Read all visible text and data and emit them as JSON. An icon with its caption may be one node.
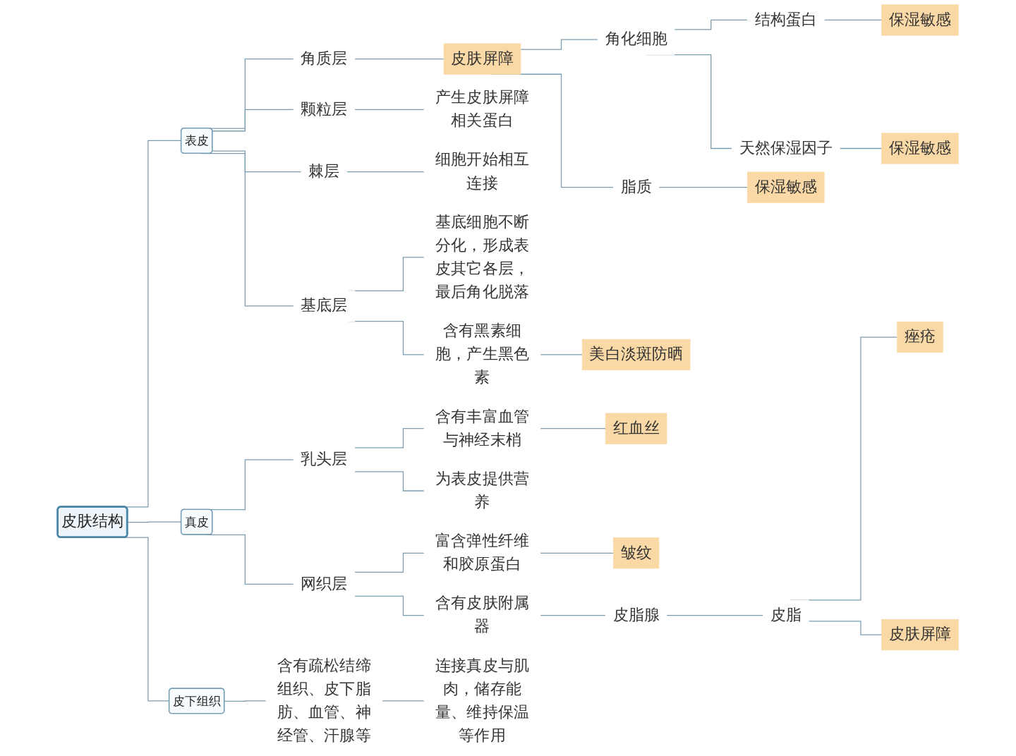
{
  "diagram": {
    "nodes": [
      {
        "text": [
          "皮肤结构"
        ]
      },
      {
        "text": [
          "表皮"
        ]
      },
      {
        "text": [
          "角质层"
        ]
      },
      {
        "text": [
          "皮肤屏障"
        ]
      },
      {
        "text": [
          "角化细胞"
        ]
      },
      {
        "text": [
          "结构蛋白"
        ]
      },
      {
        "text": [
          "保湿敏感"
        ]
      },
      {
        "text": [
          "天然保湿因子"
        ]
      },
      {
        "text": [
          "保湿敏感"
        ]
      },
      {
        "text": [
          "脂质"
        ]
      },
      {
        "text": [
          "保湿敏感"
        ]
      },
      {
        "text": [
          "颗粒层"
        ]
      },
      {
        "text": [
          "产生皮肤屏障相关蛋白"
        ]
      },
      {
        "text": [
          "棘层"
        ]
      },
      {
        "text": [
          "细胞开始相互连接"
        ]
      },
      {
        "text": [
          "基底层"
        ]
      },
      {
        "text": [
          "基底细胞不断分化，形成表皮其它各层，最后角化脱落"
        ]
      },
      {
        "text": [
          "含有黑素细胞，产生黑色素"
        ]
      },
      {
        "text": [
          "美白淡斑防晒"
        ]
      },
      {
        "text": [
          "真皮"
        ]
      },
      {
        "text": [
          "乳头层"
        ]
      },
      {
        "text": [
          "含有丰富血管与神经末梢"
        ]
      },
      {
        "text": [
          "红血丝"
        ]
      },
      {
        "text": [
          "为表皮提供营养"
        ]
      },
      {
        "text": [
          "网织层"
        ]
      },
      {
        "text": [
          "富含弹性纤维和胶原蛋白"
        ]
      },
      {
        "text": [
          "皱纹"
        ]
      },
      {
        "text": [
          "含有皮肤附属器"
        ]
      },
      {
        "text": [
          "皮脂腺"
        ]
      },
      {
        "text": [
          "皮脂"
        ]
      },
      {
        "text": [
          "痤疮"
        ]
      },
      {
        "text": [
          "皮肤屏障"
        ]
      },
      {
        "text": [
          "皮下组织"
        ]
      },
      {
        "text": [
          "含有疏松结缔组织、皮下脂肪、血管、神经管、汗腺等"
        ]
      },
      {
        "text": [
          "连接真皮与肌肉，储存能量、维持保温等作用"
        ]
      }
    ],
    "edges": [
      {
        "from": 0,
        "to": 1,
        "arrow": "none"
      },
      {
        "from": 1,
        "to": 2,
        "arrow": "none"
      },
      {
        "from": 2,
        "to": 3,
        "arrow": "none"
      },
      {
        "from": 3,
        "to": 4,
        "arrow": "none"
      },
      {
        "from": 4,
        "to": 5,
        "arrow": "none"
      },
      {
        "from": 5,
        "to": 6,
        "arrow": "none"
      },
      {
        "from": 4,
        "to": 7,
        "arrow": "none"
      },
      {
        "from": 7,
        "to": 8,
        "arrow": "none"
      },
      {
        "from": 3,
        "to": 9,
        "arrow": "none"
      },
      {
        "from": 9,
        "to": 10,
        "arrow": "none"
      },
      {
        "from": 1,
        "to": 11,
        "arrow": "none"
      },
      {
        "from": 11,
        "to": 12,
        "arrow": "none"
      },
      {
        "from": 1,
        "to": 13,
        "arrow": "none"
      },
      {
        "from": 13,
        "to": 14,
        "arrow": "none"
      },
      {
        "from": 1,
        "to": 15,
        "arrow": "none"
      },
      {
        "from": 15,
        "to": 16,
        "arrow": "none"
      },
      {
        "from": 15,
        "to": 17,
        "arrow": "none"
      },
      {
        "from": 17,
        "to": 18,
        "arrow": "none"
      },
      {
        "from": 0,
        "to": 19,
        "arrow": "none"
      },
      {
        "from": 19,
        "to": 20,
        "arrow": "none"
      },
      {
        "from": 20,
        "to": 21,
        "arrow": "none"
      },
      {
        "from": 21,
        "to": 22,
        "arrow": "none"
      },
      {
        "from": 20,
        "to": 23,
        "arrow": "none"
      },
      {
        "from": 19,
        "to": 24,
        "arrow": "none"
      },
      {
        "from": 24,
        "to": 25,
        "arrow": "none"
      },
      {
        "from": 25,
        "to": 26,
        "arrow": "none"
      },
      {
        "from": 24,
        "to": 27,
        "arrow": "none"
      },
      {
        "from": 27,
        "to": 28,
        "arrow": "none"
      },
      {
        "from": 28,
        "to": 29,
        "arrow": "none"
      },
      {
        "from": 29,
        "to": 30,
        "arrow": "none"
      },
      {
        "from": 29,
        "to": 31,
        "arrow": "none"
      },
      {
        "from": 0,
        "to": 32,
        "arrow": "none"
      },
      {
        "from": 32,
        "to": 33,
        "arrow": "none"
      },
      {
        "from": 33,
        "to": 34,
        "arrow": "none"
      }
    ]
  }
}
